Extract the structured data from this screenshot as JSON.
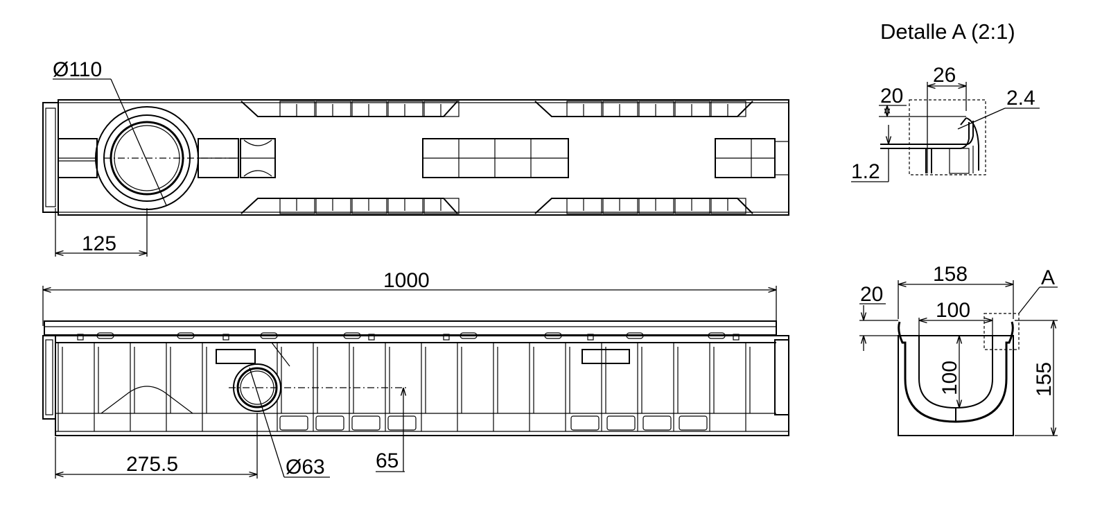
{
  "detail_title": "Detalle A (2:1)",
  "top_view": {
    "dim_pipe_diameter": "Ø110",
    "dim_outlet_offset": "125"
  },
  "side_view": {
    "dim_total_length": "1000",
    "dim_outlet_position": "275.5",
    "dim_small_pipe_diameter": "Ø63",
    "dim_outlet_height": "65"
  },
  "section_view": {
    "dim_outer_width": "158",
    "dim_inner_width": "100",
    "dim_flange": "20",
    "dim_inner_depth": "100",
    "dim_total_height": "155",
    "detail_marker": "A"
  },
  "detail_view": {
    "dim_width": "26",
    "dim_flange": "20",
    "dim_wall": "2.4",
    "dim_lip": "1.2"
  }
}
